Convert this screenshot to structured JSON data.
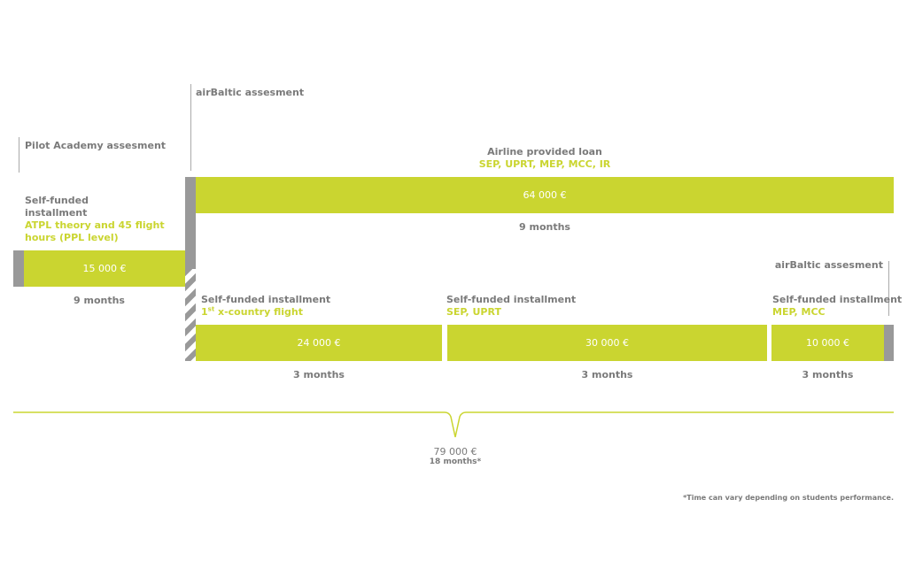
{
  "assessments": {
    "pilot_academy": "Pilot Academy assesment",
    "airbaltic_top": "airBaltic assesment",
    "airbaltic_right": "airBaltic assesment"
  },
  "loan": {
    "title": "Airline provided loan",
    "subtitle": "SEP, UPRT, MEP, MCC, IR",
    "amount": "64 000 €",
    "duration": "9 months"
  },
  "first": {
    "title_line1": "Self-funded",
    "title_line2": "installment",
    "subtitle_line1": "ATPL theory and 45 flight",
    "subtitle_line2": "hours (PPL level)",
    "amount": "15 000 €",
    "duration": "9 months"
  },
  "installments": [
    {
      "title": "Self-funded installment",
      "sub_sup": "st",
      "sub_prefix": "1",
      "subtitle": " x-country flight",
      "amount": "24 000 €",
      "duration": "3 months"
    },
    {
      "title": "Self-funded installment",
      "subtitle": "SEP, UPRT",
      "amount": "30 000 €",
      "duration": "3 months"
    },
    {
      "title": "Self-funded installment",
      "subtitle": "MEP, MCC",
      "amount": "10 000 €",
      "duration": "3 months"
    }
  ],
  "total": {
    "amount": "79 000 €",
    "duration": "18 months*"
  },
  "footnote": "*Time can vary depending on students performance.",
  "colors": {
    "accent": "#cad530",
    "gray": "#999999"
  }
}
